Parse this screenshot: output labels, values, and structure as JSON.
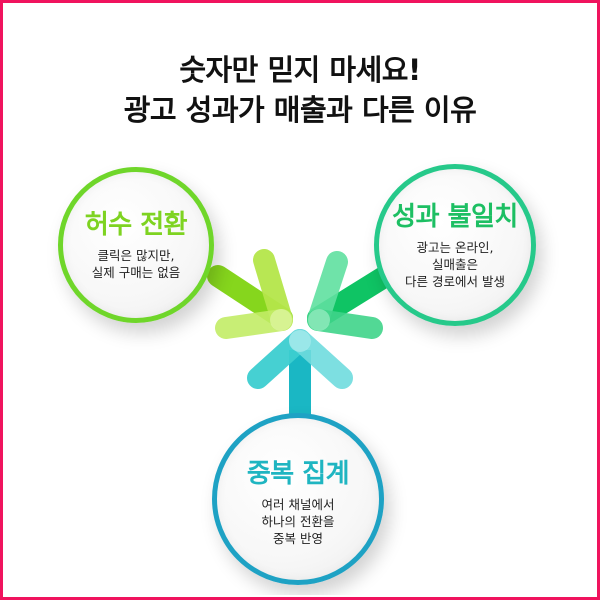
{
  "headline": {
    "line1": "숫자만 믿지 마세요!",
    "line2": "광고 성과가 매출과 다른 이유"
  },
  "cards": [
    {
      "title": "허수 전환",
      "desc_lines": [
        "클릭은 많지만,",
        "실제 구매는 없음"
      ],
      "accent": "#7ed321"
    },
    {
      "title": "성과 불일치",
      "desc_lines": [
        "광고는 온라인,",
        "실매출은",
        "다른 경로에서 발생"
      ],
      "accent": "#1dbf63"
    },
    {
      "title": "중복 집계",
      "desc_lines": [
        "여러 채널에서",
        "하나의 전환을",
        "중복 반영"
      ],
      "accent": "#1fb5c1"
    }
  ],
  "colors": {
    "frame": "#f0135e",
    "arrow_left": "#a6e02e",
    "arrow_right": "#22c978",
    "arrow_bottom": "#33c4cc"
  }
}
